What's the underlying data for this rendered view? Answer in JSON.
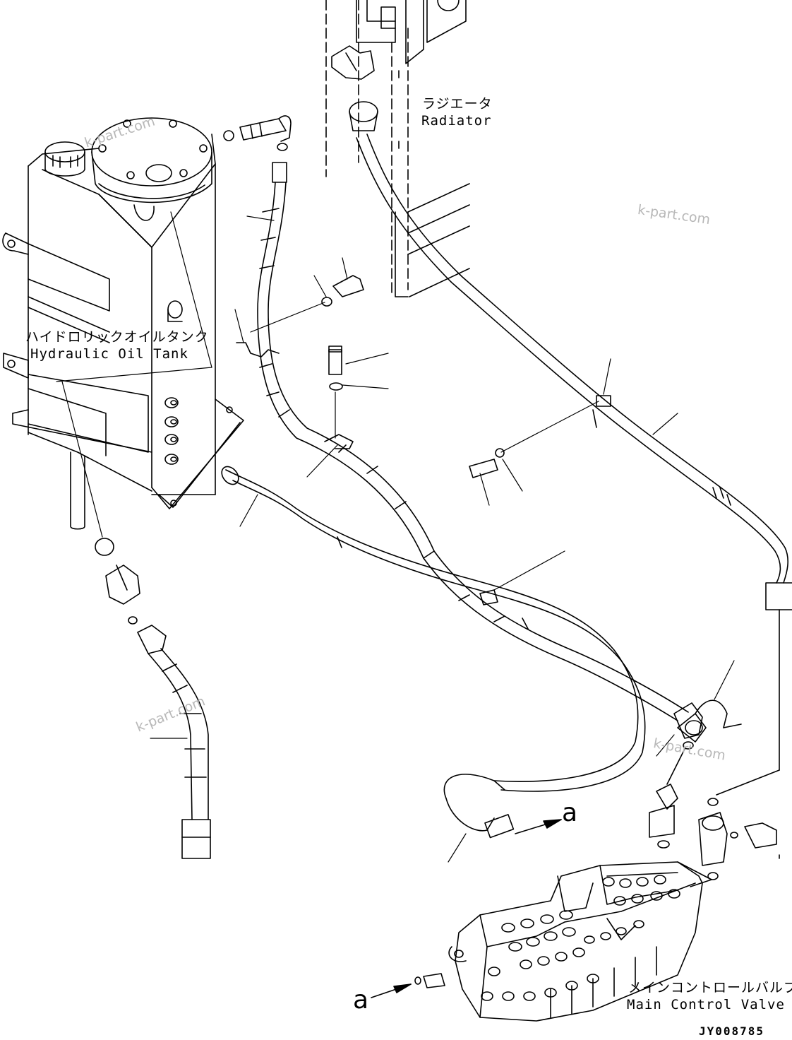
{
  "labels": {
    "radiator_jp": "ラジエータ",
    "radiator_en": "Radiator",
    "tank_jp": "ハイドロリックオイルタンク",
    "tank_en": "Hydraulic Oil Tank",
    "valve_jp": "メインコントロールバルブ",
    "valve_en": "Main Control Valve",
    "ref_a_upper": "a",
    "ref_a_lower": "a"
  },
  "watermarks": [
    "k-part.com",
    "k-part.com",
    "k-part.com",
    "k-part.com"
  ],
  "drawing_code": "JY008785"
}
